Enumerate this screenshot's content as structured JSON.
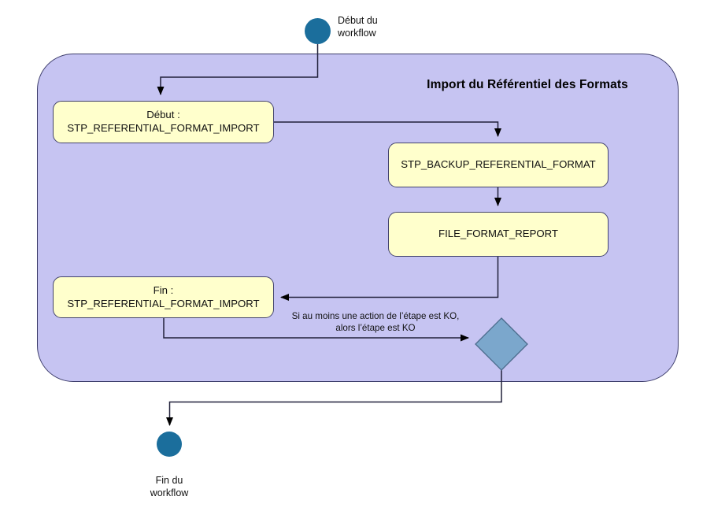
{
  "diagram": {
    "type": "workflow-flowchart",
    "language": "fr",
    "lane_title": "Import du Référentiel des Formats",
    "colors": {
      "lane_fill": "#c6c4f2",
      "lane_border": "#3d3d6b",
      "activity_fill": "#ffffcc",
      "activity_border": "#43436e",
      "terminal_fill": "#1b6e9c",
      "decision_fill": "#7ba7cc",
      "decision_border": "#4b6b8c",
      "edge": "#20203a",
      "background": "#ffffff"
    }
  },
  "nodes": {
    "start": {
      "name": "start-node",
      "shape": "circle",
      "label": "Début du\nworkflow"
    },
    "end": {
      "name": "end-node",
      "shape": "circle",
      "label": "Fin du\nworkflow"
    },
    "activity_debut": {
      "name": "activity-debut-stp-referential-format-import",
      "shape": "rounded-rect",
      "label": "Début :\nSTP_REFERENTIAL_FORMAT_IMPORT"
    },
    "activity_backup": {
      "name": "activity-stp-backup-referential-format",
      "shape": "rounded-rect",
      "label": "STP_BACKUP_REFERENTIAL_FORMAT"
    },
    "activity_report": {
      "name": "activity-file-format-report",
      "shape": "rounded-rect",
      "label": "FILE_FORMAT_REPORT"
    },
    "activity_fin": {
      "name": "activity-fin-stp-referential-format-import",
      "shape": "rounded-rect",
      "label": "Fin :\nSTP_REFERENTIAL_FORMAT_IMPORT"
    },
    "decision": {
      "name": "decision-etape-ko",
      "shape": "diamond",
      "label": ""
    }
  },
  "edges": {
    "condition_ko": "Si au moins une action de l’étape est KO,\nalors l’étape est KO"
  }
}
